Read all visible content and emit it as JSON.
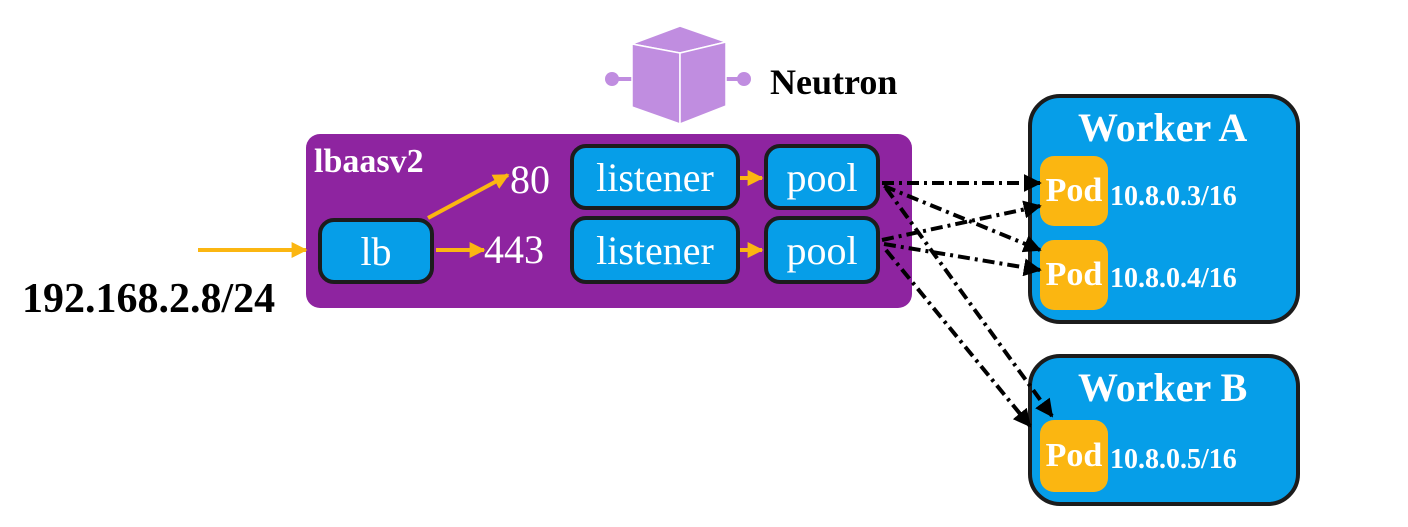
{
  "neutron": {
    "label": "Neutron",
    "icon": "cube-icon",
    "icon_color": "#c08de0"
  },
  "lbaas": {
    "title": "lbaasv2",
    "color": "#8e24a0",
    "lb_label": "lb",
    "listeners": [
      {
        "port": "80",
        "label": "listener",
        "pool_label": "pool"
      },
      {
        "port": "443",
        "label": "listener",
        "pool_label": "pool"
      }
    ]
  },
  "external": {
    "ip": "192.168.2.8/24"
  },
  "workers": [
    {
      "title": "Worker A",
      "pods": [
        {
          "label": "Pod",
          "ip": "10.8.0.3/16"
        },
        {
          "label": "Pod",
          "ip": "10.8.0.4/16"
        }
      ]
    },
    {
      "title": "Worker B",
      "pods": [
        {
          "label": "Pod",
          "ip": "10.8.0.5/16"
        }
      ]
    }
  ],
  "colors": {
    "box_blue": "#069ee8",
    "pod_orange": "#fbb611",
    "arrow_orange": "#fbb611",
    "outline": "#1c1c1c"
  }
}
